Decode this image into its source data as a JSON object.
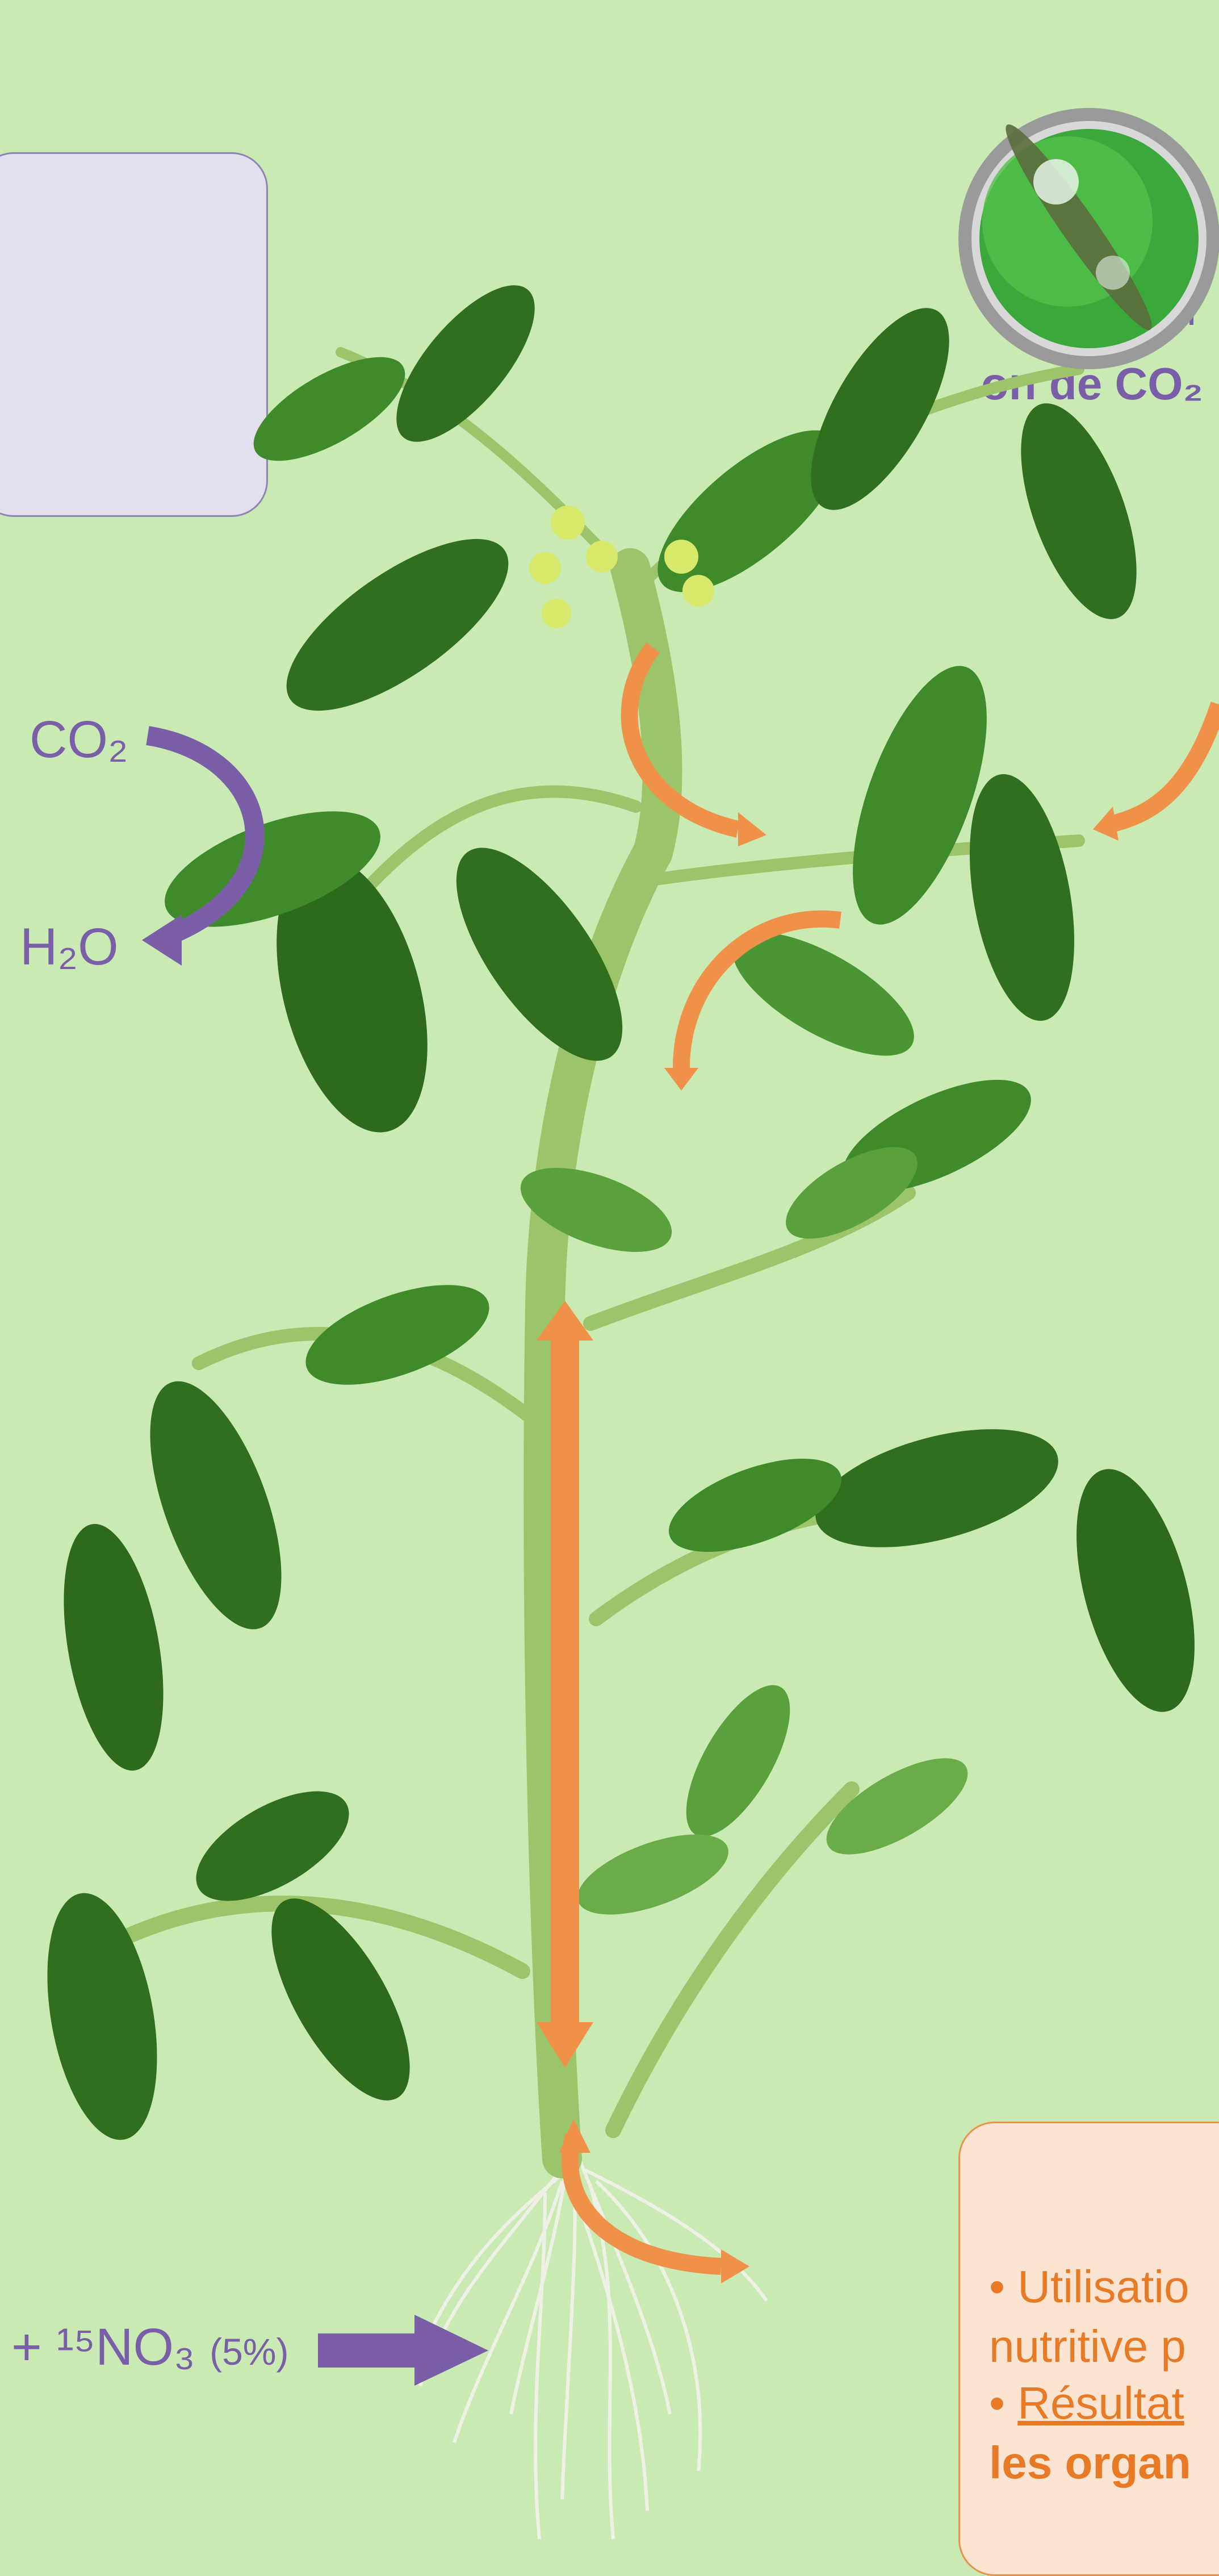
{
  "top_box": {
    "line1": "on",
    "line2": "on de CO₂"
  },
  "gases": {
    "co2": "CO₂",
    "h2o": "H₂O"
  },
  "nitrate": {
    "label": "+ ¹⁵NO₃",
    "percent": "(5%)"
  },
  "bottom_box": {
    "line1": "• Utilisatio",
    "line2": "nutritive p",
    "line3_bullet": "• ",
    "line3": "Résultat",
    "line4": "les organ"
  },
  "colors": {
    "background": "#c9eab2",
    "purple": "#7a5fa8",
    "orange": "#f0914a",
    "stem": "#9cc46a",
    "leaf_dark": "#2f6f1e",
    "leaf_mid": "#3f8a2a"
  },
  "icons": {
    "magnifier": "magnifier-icon",
    "arrow": "arrow-icon"
  }
}
